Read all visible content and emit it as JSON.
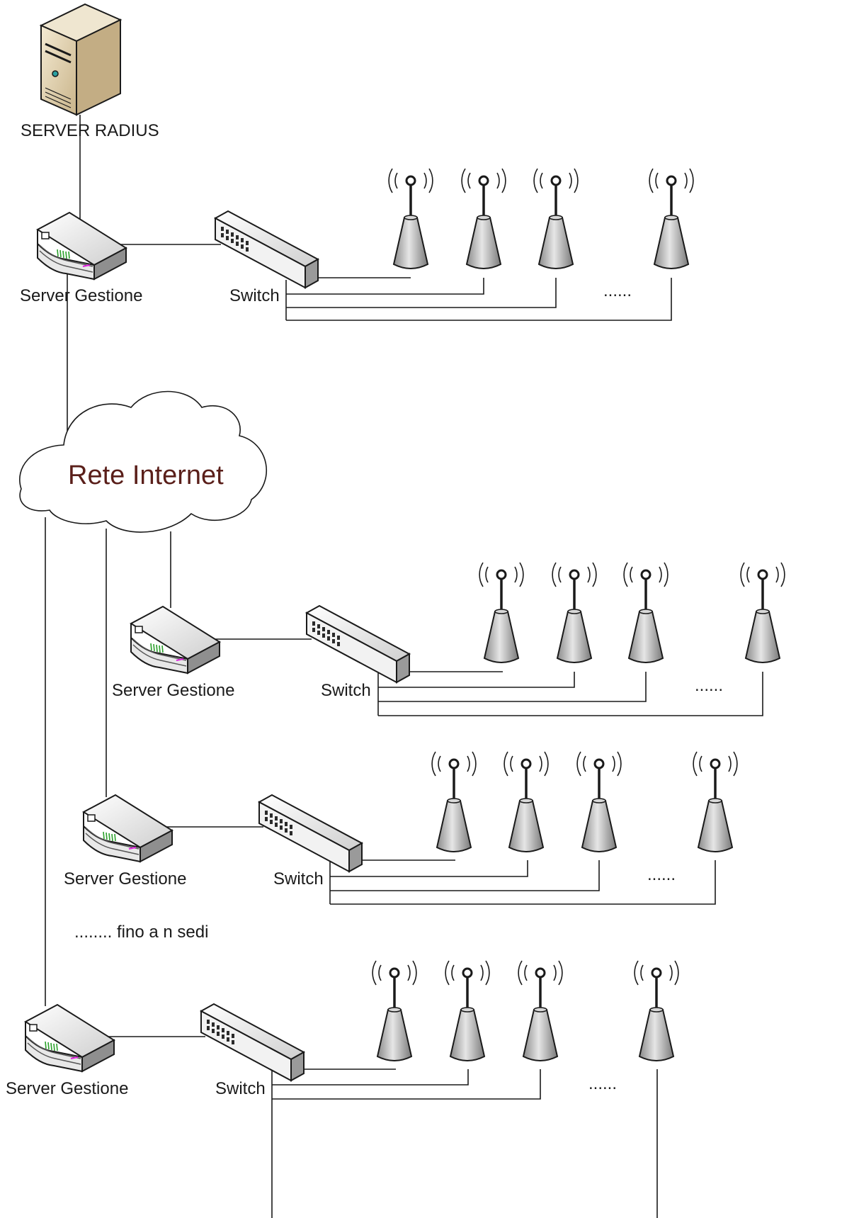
{
  "radius_server": {
    "label": "SERVER RADIUS",
    "icon": "server-tower-icon"
  },
  "internet": {
    "label": "Rete Internet",
    "icon": "cloud-icon",
    "label_color": "#5a1f1a"
  },
  "sites": [
    {
      "server_label": "Server Gestione",
      "switch_label": "Switch",
      "ellipsis": "......",
      "access_points": 4
    },
    {
      "server_label": "Server Gestione",
      "switch_label": "Switch",
      "ellipsis": "......",
      "access_points": 4
    },
    {
      "server_label": "Server Gestione",
      "switch_label": "Switch",
      "ellipsis": "......",
      "access_points": 4
    },
    {
      "server_label": "Server Gestione",
      "switch_label": "Switch",
      "ellipsis": "......",
      "access_points": 4
    }
  ],
  "note": "........ fino a n sedi",
  "icons": {
    "server": "router-icon",
    "switch": "switch-icon",
    "access_point": "wireless-access-point-icon"
  }
}
